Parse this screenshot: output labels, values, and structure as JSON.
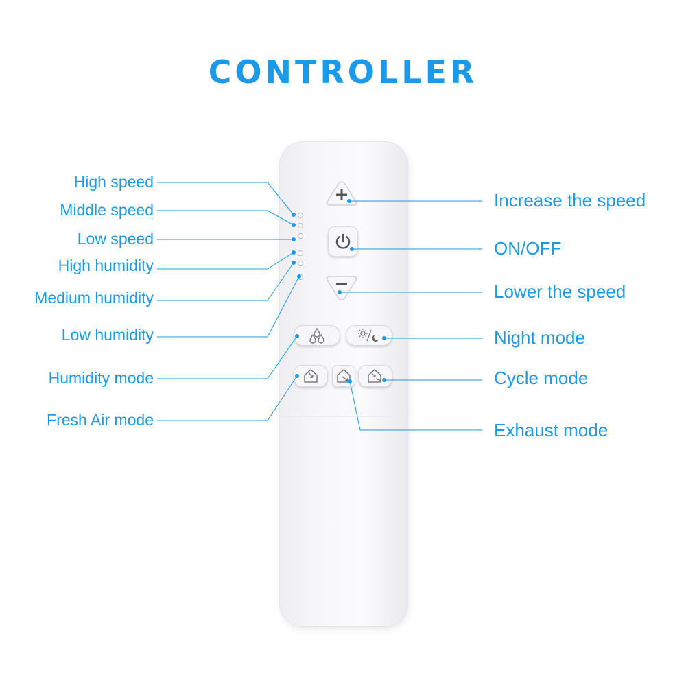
{
  "title": "CONTROLLER",
  "left_labels": {
    "high_speed": "High speed",
    "middle_speed": "Middle speed",
    "low_speed": "Low speed",
    "high_humidity": "High humidity",
    "medium_humidity": "Medium humidity",
    "low_humidity": "Low humidity",
    "humidity_mode": "Humidity mode",
    "fresh_air_mode": "Fresh Air mode"
  },
  "right_labels": {
    "increase_speed": "Increase the speed",
    "on_off": "ON/OFF",
    "lower_speed": "Lower the speed",
    "night_mode": "Night mode",
    "cycle_mode": "Cycle mode",
    "exhaust_mode": "Exhaust mode"
  },
  "colors": {
    "accent": "#1a9ae8",
    "remote_body": "#f6f6f9"
  }
}
